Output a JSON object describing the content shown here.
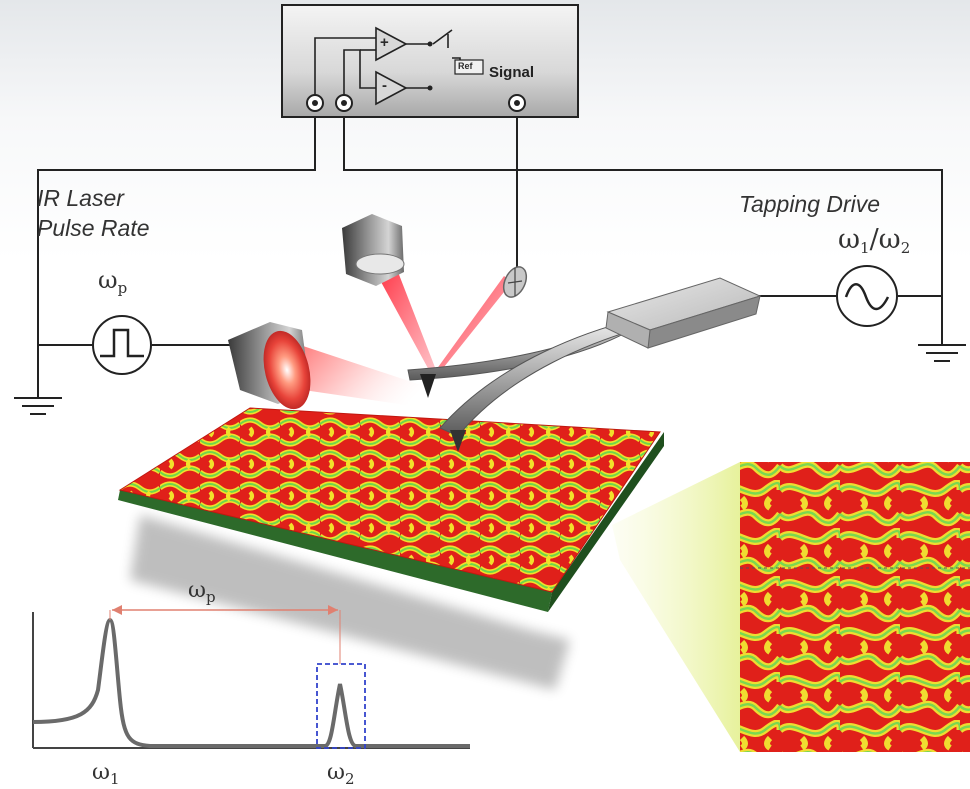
{
  "lockin": {
    "ref_label": "Ref",
    "signal_label": "Signal",
    "plus_sign": "+",
    "minus_sign": "-"
  },
  "labels": {
    "laser_line1": "IR Laser",
    "laser_line2": "Pulse Rate",
    "omega_p": "ωp",
    "tapping_drive": "Tapping Drive",
    "tapping_freq": "ω1/ω2"
  },
  "spectrum": {
    "peak_separation_label": "ωp",
    "peak1_label": "ω1",
    "peak2_label": "ω2"
  },
  "colors": {
    "domain_red": "#e0201a",
    "domain_yellow": "#f2e02a",
    "domain_green": "#6ed84a",
    "laser_red": "#e8202a",
    "wire": "#222222",
    "separation_arrow": "#e08070",
    "highlight_box": "#3344cc"
  }
}
